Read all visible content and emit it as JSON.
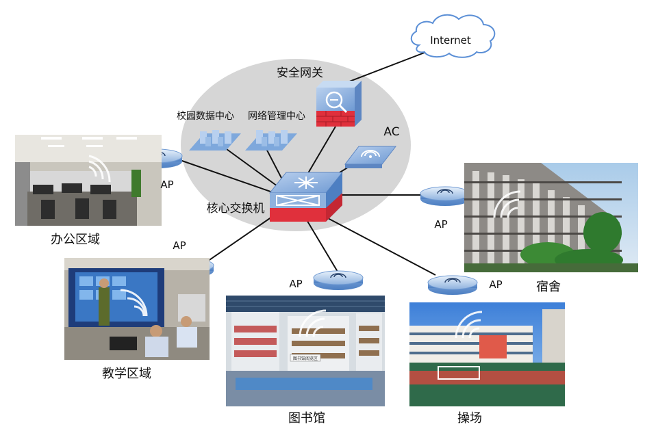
{
  "cloud_label": "Internet",
  "gateway_label": "安全网关",
  "datacenter_label": "校园数据中心",
  "netmgmt_label": "网络管理中心",
  "ac_label": "AC",
  "core_label": "核心交换机",
  "ap_label": "AP",
  "areas": {
    "office": "办公区域",
    "teaching": "教学区域",
    "library": "图书馆",
    "playground": "操场",
    "dorm": "宿舍"
  },
  "library_sign": "图书馆阅览区",
  "colors": {
    "device_blue": "#6f9ad3",
    "device_red": "#e0303c",
    "ellipse_gray": "#d6d6d6",
    "cloud_stroke": "#5b8fd6",
    "line": "#111111"
  }
}
